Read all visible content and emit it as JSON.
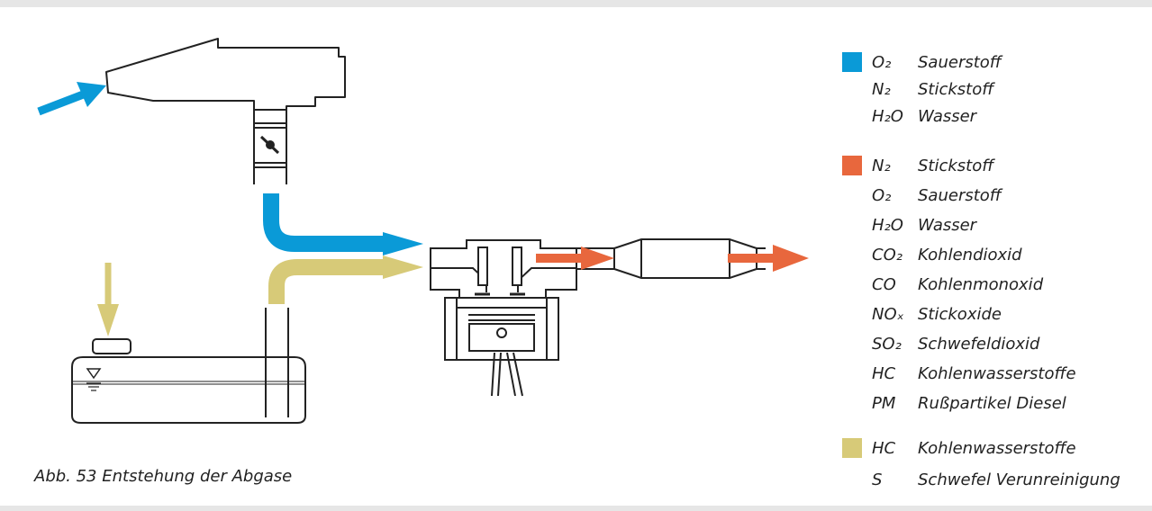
{
  "caption": "Abb. 53 Entstehung der Abgase",
  "colors": {
    "blue": "#0a9ad7",
    "orange": "#e8673d",
    "yellow": "#d7ca78"
  },
  "legend": [
    {
      "color": "#0a9ad7",
      "items": [
        {
          "formula": "O₂",
          "name": "Sauerstoff"
        },
        {
          "formula": "N₂",
          "name": "Stickstoff"
        },
        {
          "formula": "H₂O",
          "name": "Wasser"
        }
      ]
    },
    {
      "color": "#e8673d",
      "items": [
        {
          "formula": "N₂",
          "name": "Stickstoff"
        },
        {
          "formula": "O₂",
          "name": "Sauerstoff"
        },
        {
          "formula": "H₂O",
          "name": "Wasser"
        },
        {
          "formula": "CO₂",
          "name": "Kohlendioxid"
        },
        {
          "formula": "CO",
          "name": "Kohlenmonoxid"
        },
        {
          "formula": "NOₓ",
          "name": "Stickoxide"
        },
        {
          "formula": "SO₂",
          "name": "Schwefeldioxid"
        },
        {
          "formula": "HC",
          "name": "Kohlenwasserstoffe"
        },
        {
          "formula": "PM",
          "name": "Rußpartikel Diesel"
        }
      ]
    },
    {
      "color": "#d7ca78",
      "items": [
        {
          "formula": "HC",
          "name": "Kohlenwasserstoffe"
        },
        {
          "formula": "S",
          "name": "Schwefel Verunreinigung"
        }
      ]
    }
  ]
}
